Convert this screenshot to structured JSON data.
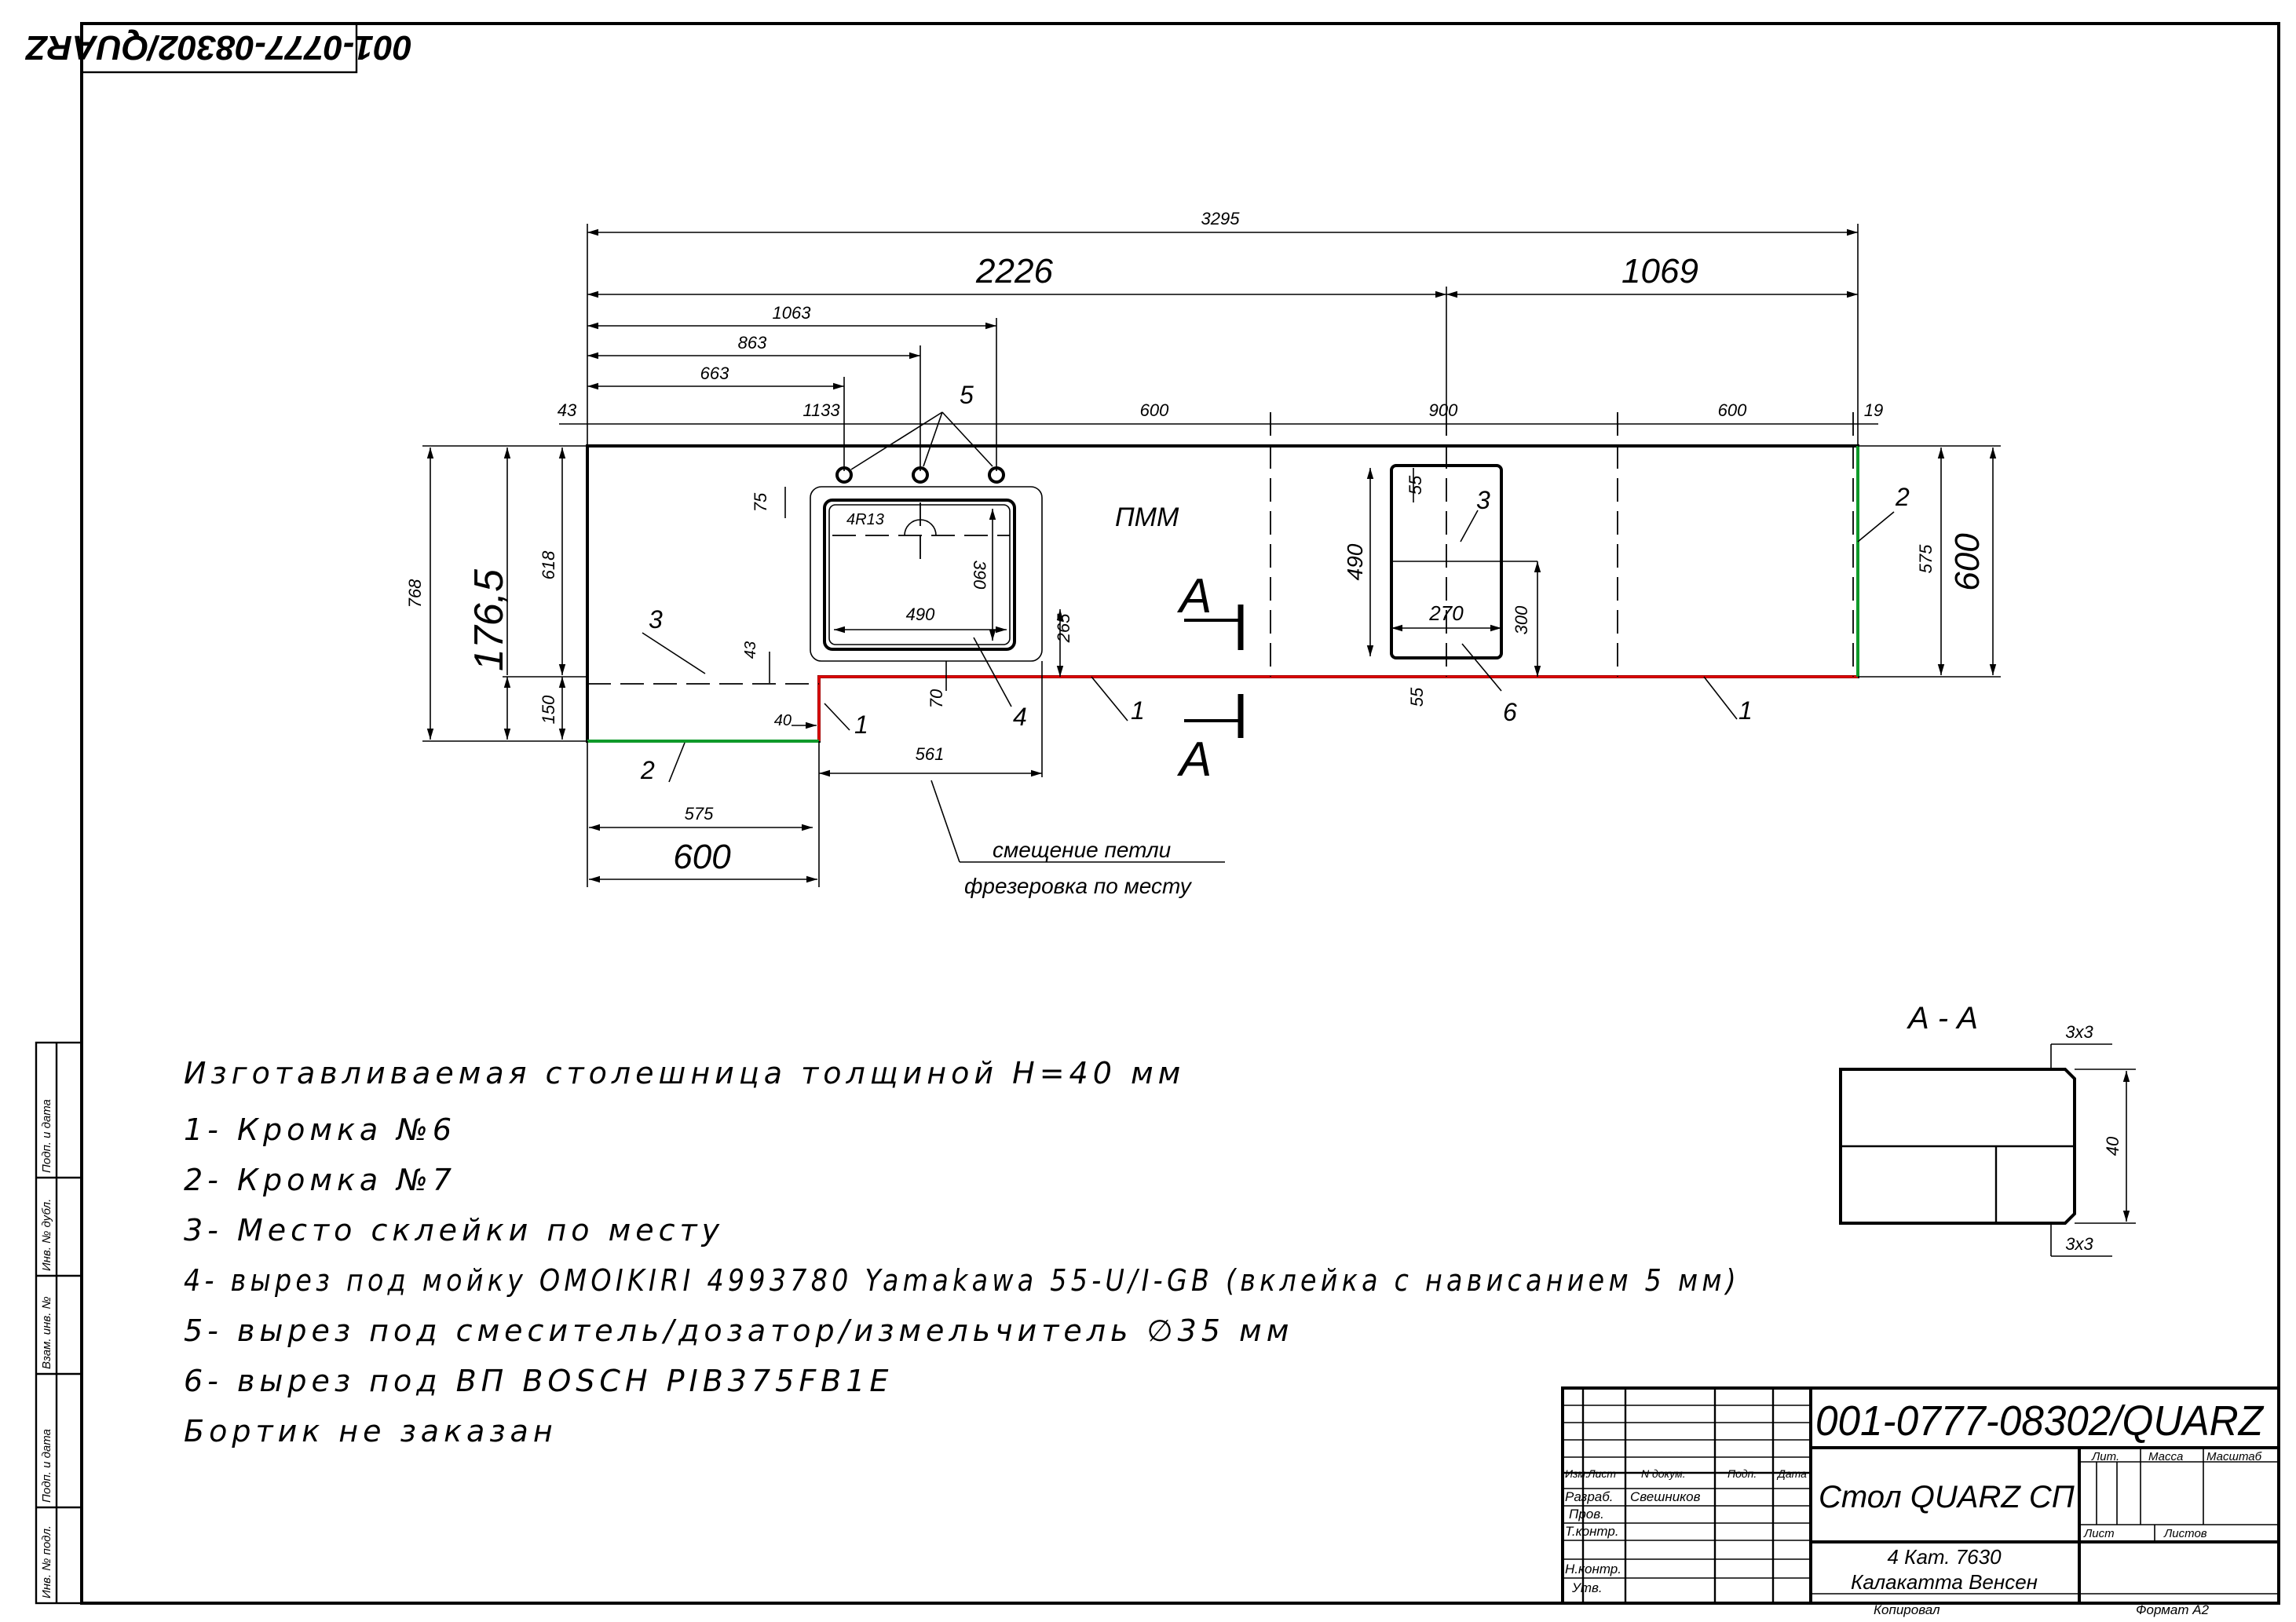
{
  "doc_code": "001-0777-08302/QUARZ",
  "stamp_code_rotated": "001-0777-08302/QUARZ",
  "dimensions": {
    "total": "3295",
    "left_part": "2226",
    "right_part": "1069",
    "d1063": "1063",
    "d863": "863",
    "d663": "663",
    "d43_top": "43",
    "d1133": "1133",
    "d600_a": "600",
    "d900": "900",
    "d600_b": "600",
    "d19": "19",
    "d768": "768",
    "d176_5": "176,5",
    "d618": "618",
    "d150": "150",
    "d75": "75",
    "d265": "265",
    "d43_small": "43",
    "d40": "40",
    "d70": "70",
    "d561": "561",
    "d575_bottom": "575",
    "d600_bottom": "600",
    "d490_sink": "490",
    "d390_sink": "390",
    "r13": "4R13",
    "d55_top": "55",
    "d490_cook": "490",
    "d270": "270",
    "d300": "300",
    "d55_bottom": "55",
    "d575_right": "575",
    "d600_right": "600"
  },
  "callouts": {
    "c1_a": "1",
    "c1_b": "1",
    "c1_c": "1",
    "c2_a": "2",
    "c2_b": "2",
    "c3_a": "3",
    "c3_b": "3",
    "c4": "4",
    "c5": "5",
    "c6": "6"
  },
  "labels": {
    "pmm": "ПММ",
    "section_a_top": "А",
    "section_a_bottom": "А",
    "hinge_note_1": "смещение петли",
    "hinge_note_2": "фрезеровка по месту"
  },
  "section": {
    "title": "А - А",
    "chamfer_top": "3х3",
    "chamfer_bottom": "3х3",
    "thickness": "40"
  },
  "notes": [
    "Изготавливаемая столешница толщиной Н=40 мм",
    "1- Кромка №6",
    "2- Кромка №7",
    "3- Место склейки по месту",
    "4- вырез под мойку OMOIKIRI 4993780 Yamakawa 55-U/I-GB (вклейка с нависанием 5 мм)",
    "5- вырез под смеситель/дозатор/измельчитель ∅35 мм",
    "6- вырез под ВП BOSCH PIB375FB1E",
    "Бортик не заказан"
  ],
  "side_strip": [
    "Инв. № подл.",
    "Подп. и дата",
    "Взам. инв. №",
    "Инв. № дубл.",
    "Подп. и дата"
  ],
  "title_block": {
    "code": "001-0777-08302/QUARZ",
    "name": "Стол QUARZ СП",
    "material_line1": "4 Кат. 7630",
    "material_line2": "Калакатта Венсен",
    "col_izm": "Изм.",
    "col_list": "Лист",
    "col_ndoc": "N докум.",
    "col_podp": "Подп.",
    "col_data": "Дата",
    "row_razrab": "Разраб.",
    "razrab_name": "Свешников",
    "row_prov": "Пров.",
    "row_tkontr": "Т.контр.",
    "row_nkontr": "Н.контр.",
    "row_utv": "Утв.",
    "lit": "Лит.",
    "massa": "Масса",
    "masshtab": "Масштаб",
    "list": "Лист",
    "listov": "Листов",
    "kopiroval": "Копировал",
    "format": "Формат А2"
  },
  "colors": {
    "edge_6": "#e00000",
    "edge_7": "#0f9a2a"
  }
}
